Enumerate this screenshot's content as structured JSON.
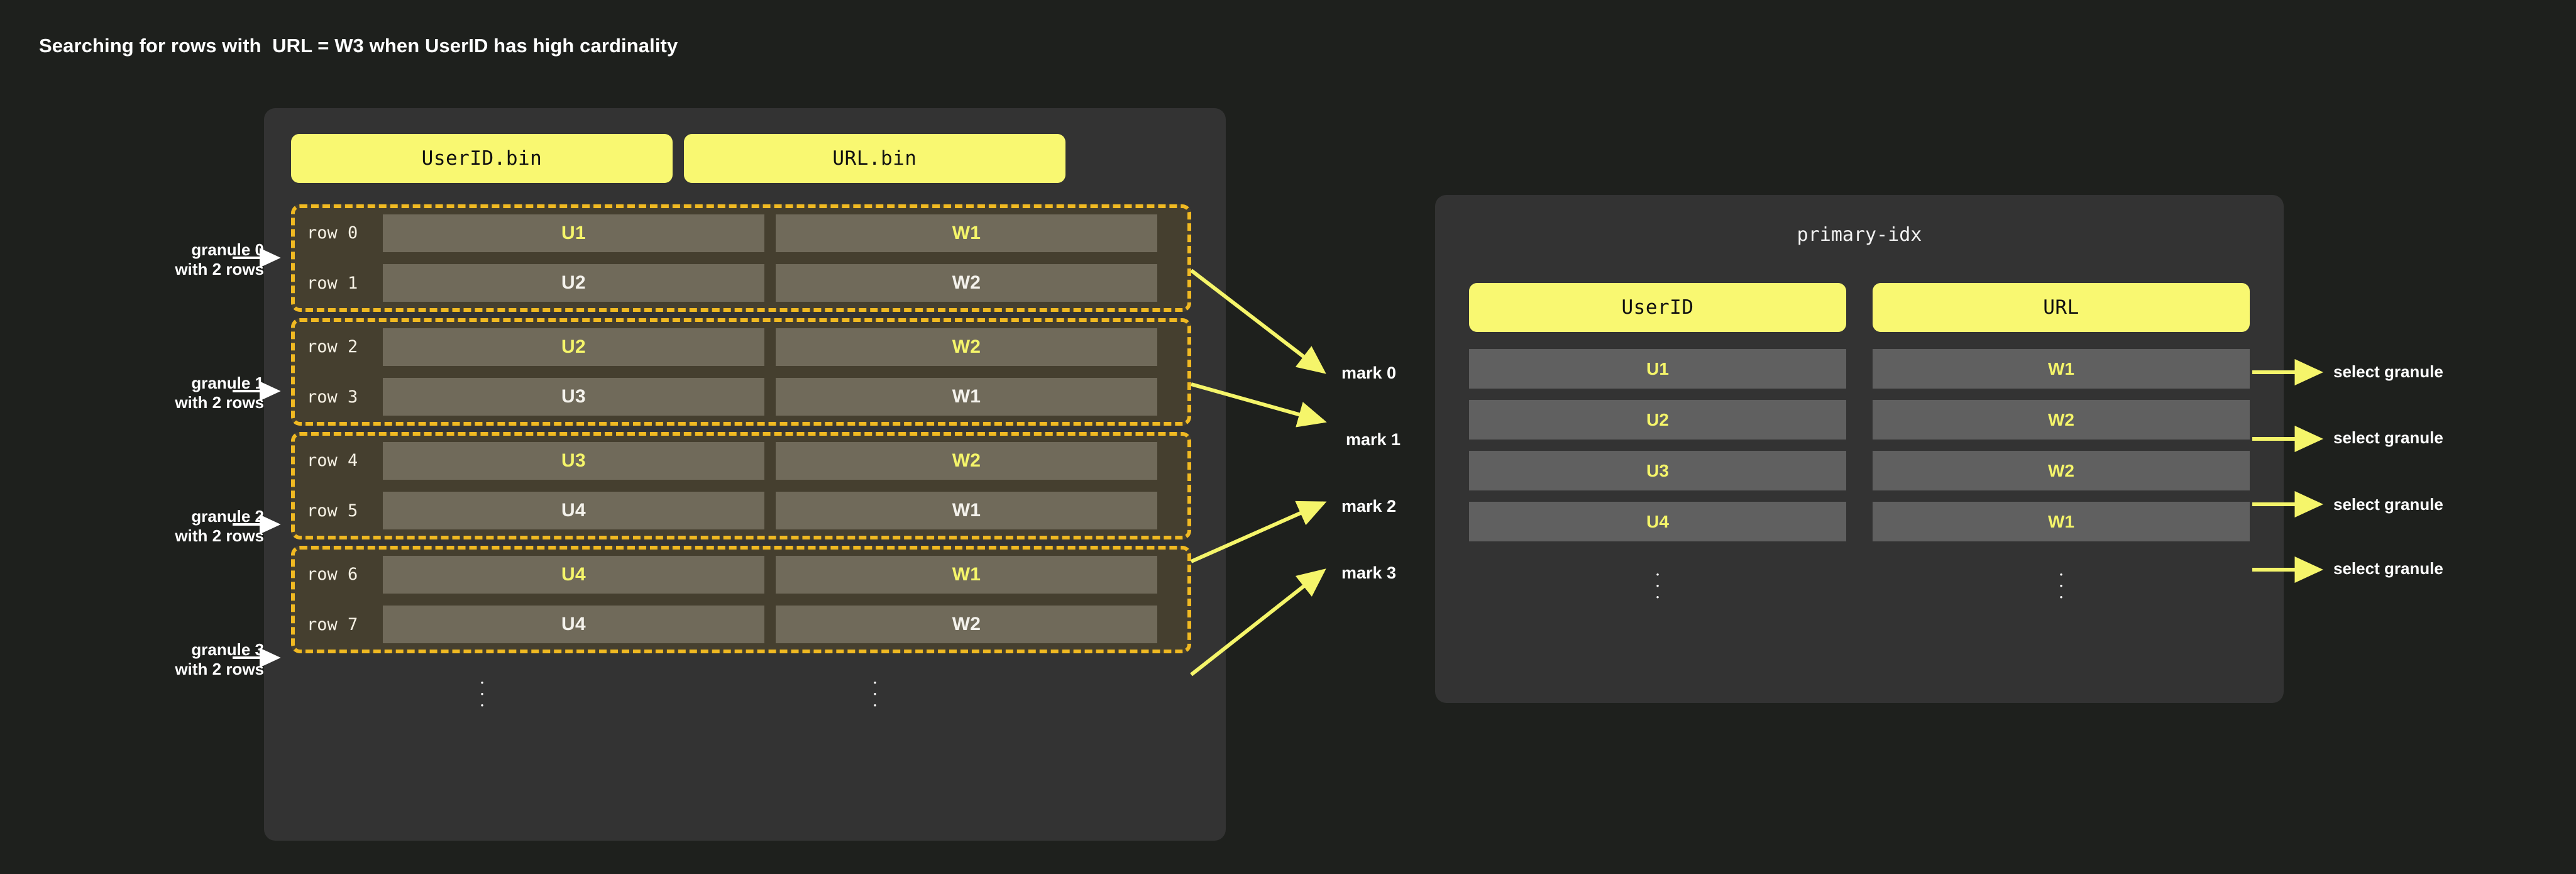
{
  "title": "Searching for rows with  URL = W3 when UserID has high cardinality",
  "colors": {
    "page_bg": "#1e201d",
    "panel_bg": "#333333",
    "header_yellow": "#f9f871",
    "granule_dash": "#f0b922",
    "granule_bg": "#453f2f",
    "cell_bg": "#706a5a",
    "idx_cell_bg": "#606060",
    "highlight_text": "#f5f56a",
    "plain_text": "#f4f2ec",
    "arrow_yellow": "#f5f56a",
    "arrow_white": "#ffffff"
  },
  "parts_panel": {
    "columns": [
      {
        "label": "UserID.bin",
        "name": "userid-bin"
      },
      {
        "label": "URL.bin",
        "name": "url-bin"
      }
    ],
    "rows": [
      {
        "label": "row 0",
        "userid": "U1",
        "url": "W1",
        "userid_hl": true,
        "url_hl": true
      },
      {
        "label": "row 1",
        "userid": "U2",
        "url": "W2",
        "userid_hl": false,
        "url_hl": false
      },
      {
        "label": "row 2",
        "userid": "U2",
        "url": "W2",
        "userid_hl": true,
        "url_hl": true
      },
      {
        "label": "row 3",
        "userid": "U3",
        "url": "W1",
        "userid_hl": false,
        "url_hl": false
      },
      {
        "label": "row 4",
        "userid": "U3",
        "url": "W2",
        "userid_hl": true,
        "url_hl": true
      },
      {
        "label": "row 5",
        "userid": "U4",
        "url": "W1",
        "userid_hl": false,
        "url_hl": false
      },
      {
        "label": "row 6",
        "userid": "U4",
        "url": "W1",
        "userid_hl": true,
        "url_hl": true
      },
      {
        "label": "row 7",
        "userid": "U4",
        "url": "W2",
        "userid_hl": false,
        "url_hl": false
      }
    ],
    "ellipsis": "⋮"
  },
  "granule_notes": [
    {
      "line1": "granule 0",
      "line2": "with 2 rows"
    },
    {
      "line1": "granule 1",
      "line2": "with 2 rows"
    },
    {
      "line1": "granule 2",
      "line2": "with 2 rows"
    },
    {
      "line1": "granule 3",
      "line2": "with 2 rows"
    }
  ],
  "marks": [
    {
      "label": "mark 0"
    },
    {
      "label": "mark 1"
    },
    {
      "label": "mark 2"
    },
    {
      "label": "mark 3"
    }
  ],
  "index_panel": {
    "title": "primary-idx",
    "columns": [
      {
        "label": "UserID",
        "name": "userid"
      },
      {
        "label": "URL",
        "name": "url"
      }
    ],
    "rows": [
      {
        "userid": "U1",
        "url": "W1"
      },
      {
        "userid": "U2",
        "url": "W2"
      },
      {
        "userid": "U3",
        "url": "W2"
      },
      {
        "userid": "U4",
        "url": "W1"
      }
    ],
    "ellipsis": "⋮"
  },
  "select_labels": [
    {
      "label": "select granule"
    },
    {
      "label": "select granule"
    },
    {
      "label": "select granule"
    },
    {
      "label": "select granule"
    }
  ]
}
